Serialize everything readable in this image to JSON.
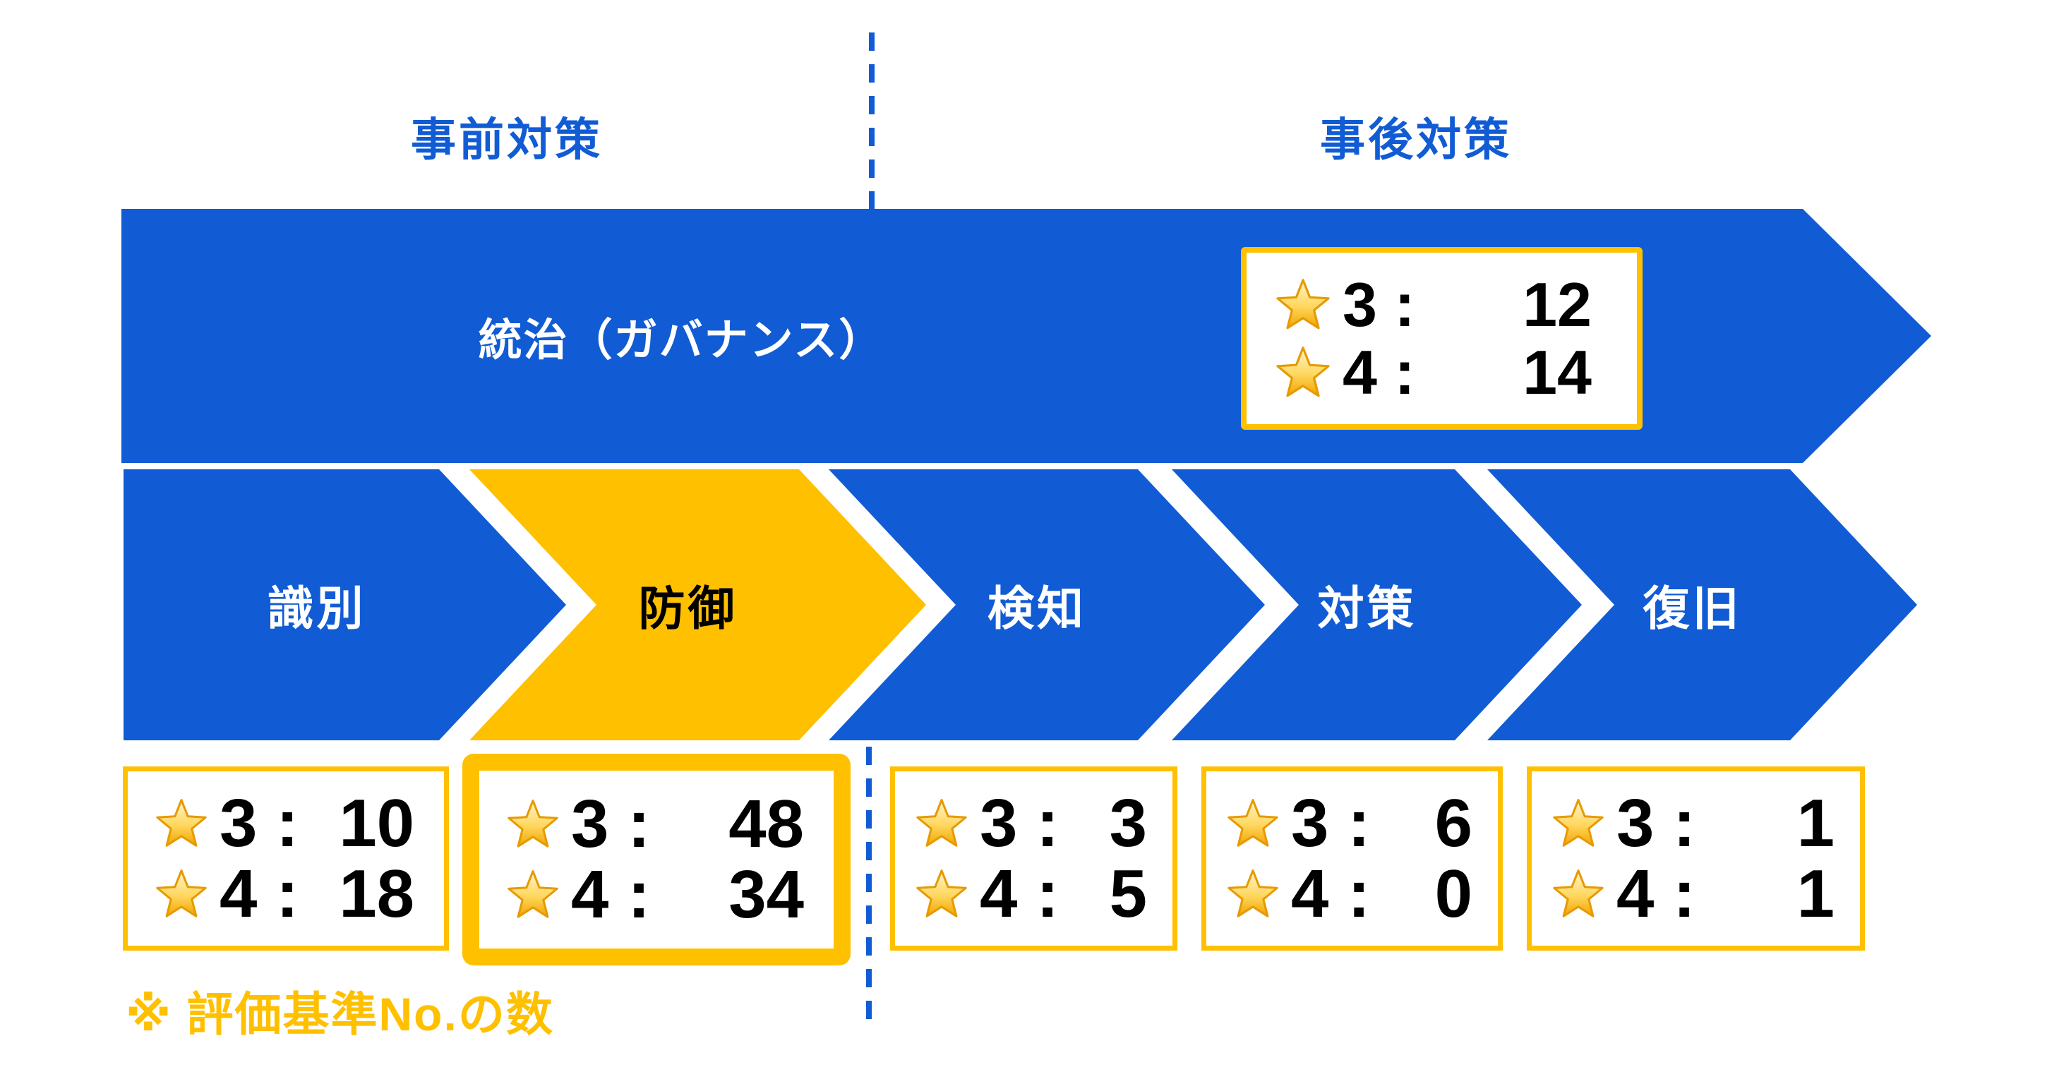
{
  "titles": {
    "pre_incident": "事前対策",
    "post_incident": "事後対策"
  },
  "governance": {
    "label": "統治（ガバナンス）",
    "stats": [
      {
        "star_label": "3 :",
        "value": "12"
      },
      {
        "star_label": "4 :",
        "value": "14"
      }
    ]
  },
  "phases": [
    {
      "label": "識別",
      "highlight": false,
      "stats": [
        {
          "star_label": "3 :",
          "value": "10"
        },
        {
          "star_label": "4 :",
          "value": "18"
        }
      ]
    },
    {
      "label": "防御",
      "highlight": true,
      "stats": [
        {
          "star_label": "3 :",
          "value": "48"
        },
        {
          "star_label": "4 :",
          "value": "34"
        }
      ]
    },
    {
      "label": "検知",
      "highlight": false,
      "stats": [
        {
          "star_label": "3 :",
          "value": "3"
        },
        {
          "star_label": "4 :",
          "value": "5"
        }
      ]
    },
    {
      "label": "対策",
      "highlight": false,
      "stats": [
        {
          "star_label": "3 :",
          "value": "6"
        },
        {
          "star_label": "4 :",
          "value": "0"
        }
      ]
    },
    {
      "label": "復旧",
      "highlight": false,
      "stats": [
        {
          "star_label": "3 :",
          "value": "1"
        },
        {
          "star_label": "4 :",
          "value": "1"
        }
      ]
    }
  ],
  "footnote": "※ 評価基準No.の数",
  "colors": {
    "blue": "#115CD4",
    "gold": "#FFC000",
    "star_fill_top": "#FFF6CE",
    "star_fill_bottom": "#F0A500",
    "star_stroke": "#E79A00"
  }
}
